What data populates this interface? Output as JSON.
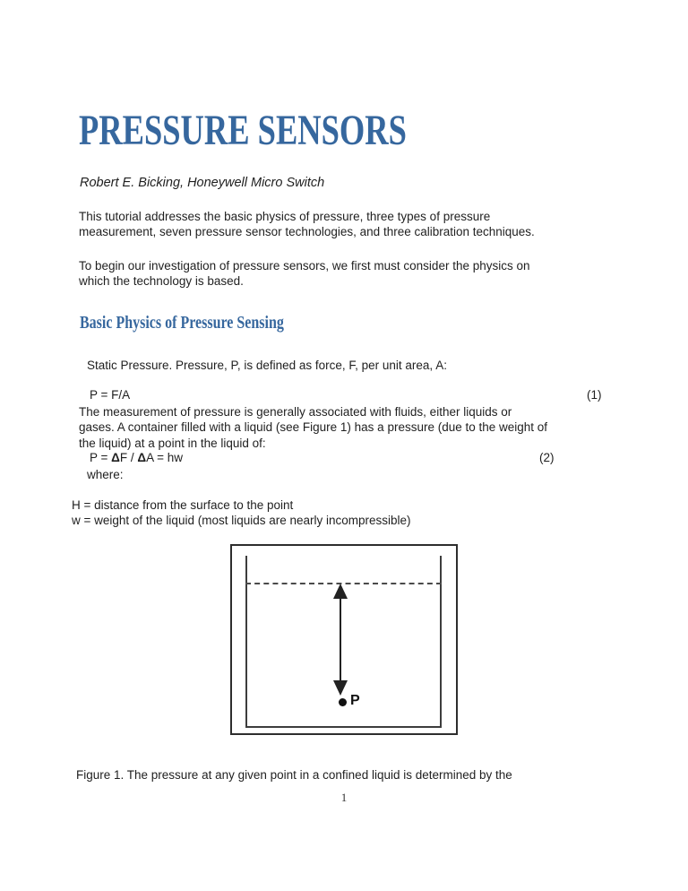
{
  "colors": {
    "heading_blue": "#36679E",
    "body_text": "#1F1F1F",
    "diagram_line": "#2E2E2E"
  },
  "document": {
    "title": "PRESSURE SENSORS",
    "byline": "Robert E. Bicking, Honeywell Micro Switch",
    "paragraph1_lines": [
      "This tutorial addresses the basic physics of pressure, three types of pressure",
      "measurement, seven pressure sensor technologies, and three calibration techniques."
    ],
    "paragraph2_lines": [
      "To begin our investigation of pressure sensors, we first must consider the physics on",
      "which the technology is based."
    ],
    "section_heading": "Basic Physics of Pressure Sensing",
    "static_pressure_line": "Static Pressure. Pressure, P, is defined as force, F, per unit area, A:",
    "equation1": {
      "formula": "P = F/A",
      "number": "(1)"
    },
    "paragraph3_lines": [
      "The measurement of pressure is generally associated with fluids, either liquids or",
      "gases. A container filled with a liquid (see Figure 1) has a pressure (due to the weight of",
      "the liquid) at a point in the liquid of:"
    ],
    "equation2": {
      "part1": "P = ",
      "delta1": "Δ",
      "part2": "F / ",
      "delta2": "Δ",
      "part3": "A = hw",
      "number": "(2)"
    },
    "where_label": "where:",
    "definition_lines": [
      "H = distance from the surface to the point",
      "w = weight of the liquid (most liquids are nearly incompressible)"
    ],
    "figure": {
      "point_label": "P",
      "caption": "Figure 1. The pressure at any given point in a confined liquid is determined by the"
    },
    "page_number": "1"
  }
}
